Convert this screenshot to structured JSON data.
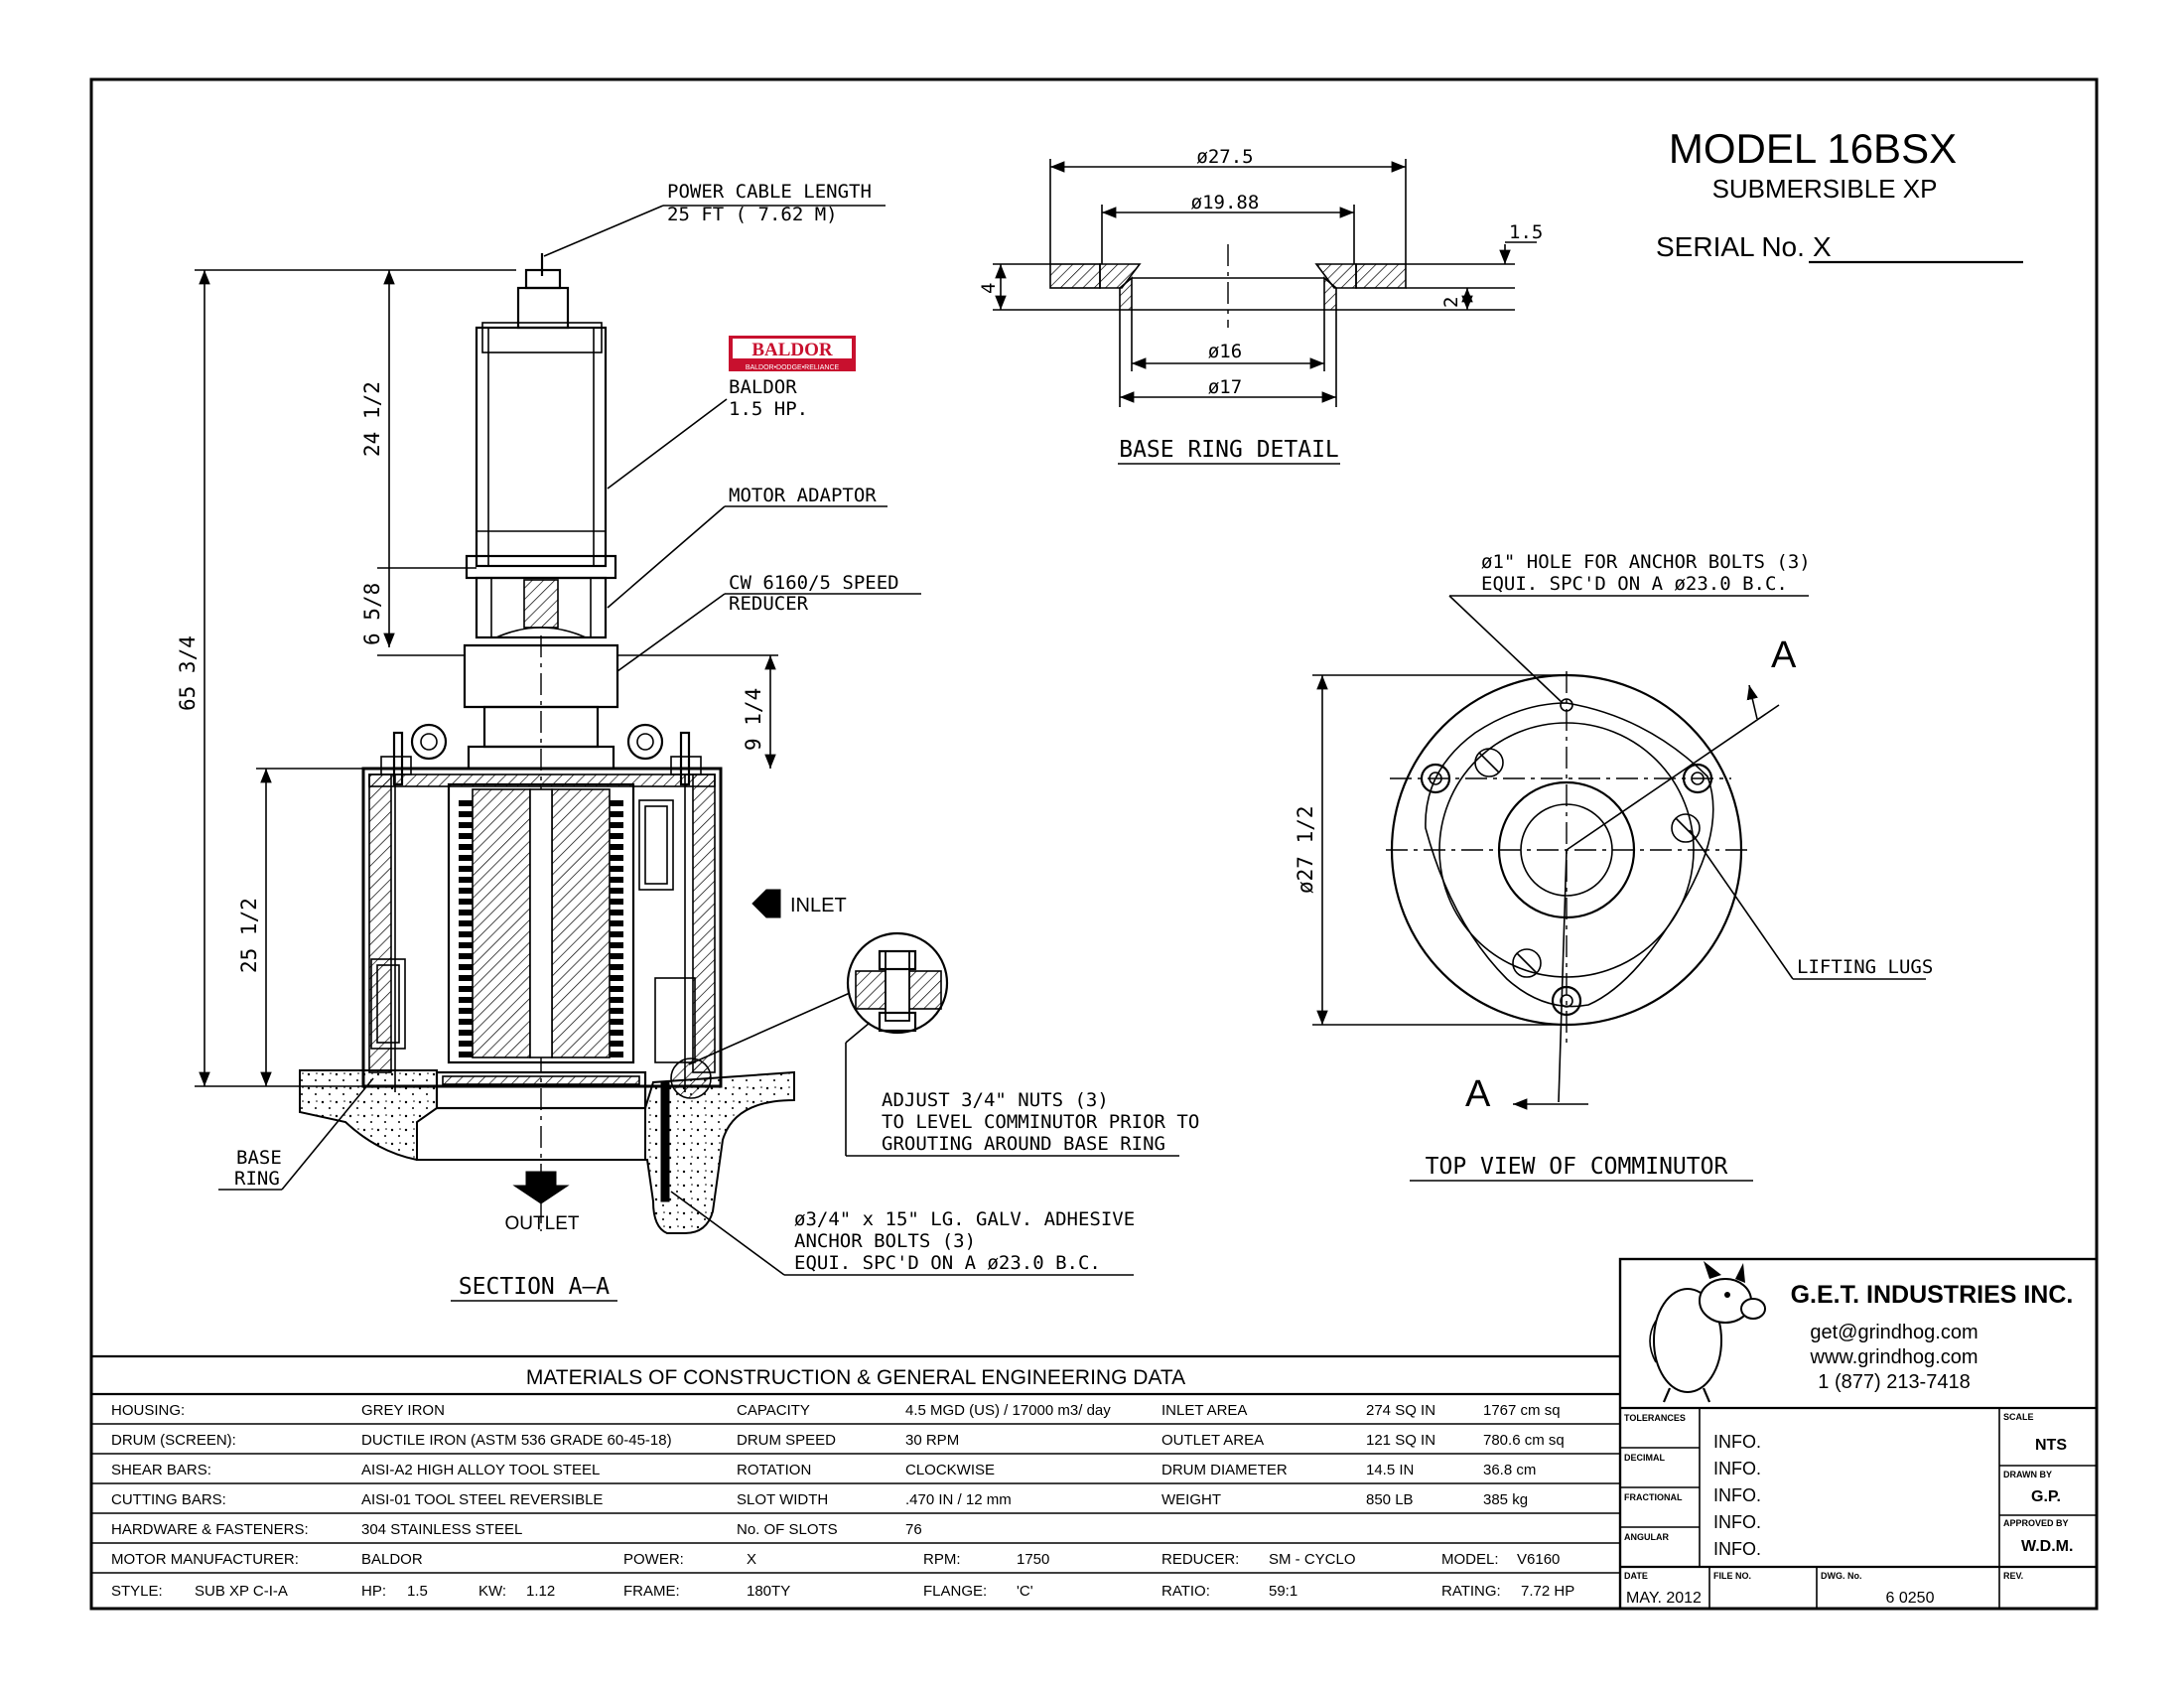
{
  "title": {
    "model": "MODEL 16BSX",
    "subtitle": "SUBMERSIBLE XP",
    "serial_label": "SERIAL No.",
    "serial_value": "X"
  },
  "section_view": {
    "caption": "SECTION A—A",
    "power_cable_1": "POWER CABLE LENGTH",
    "power_cable_2": "25 FT ( 7.62 M)",
    "baldor_logo": "BALDOR",
    "baldor_logo_sub": "BALDOR•DODGE•RELIANCE",
    "motor_1": "BALDOR",
    "motor_2": "1.5 HP.",
    "motor_adaptor": "MOTOR ADAPTOR",
    "reducer_1": "CW 6160/5 SPEED",
    "reducer_2": "REDUCER",
    "inlet": "INLET",
    "outlet": "OUTLET",
    "base_ring_1": "BASE",
    "base_ring_2": "RING",
    "adjust_1": "ADJUST 3/4\" NUTS (3)",
    "adjust_2": "TO LEVEL COMMINUTOR PRIOR TO",
    "adjust_3": "GROUTING AROUND BASE RING",
    "anchor_1": "ø3/4\" x 15\" LG. GALV. ADHESIVE",
    "anchor_2": "ANCHOR BOLTS (3)",
    "anchor_3": "EQUI. SPC'D ON A ø23.0 B.C.",
    "dim_overall": "65 3/4",
    "dim_motor": "24 1/2",
    "dim_adaptor": "6 5/8",
    "dim_reducer": "9 1/4",
    "dim_drum": "25 1/2"
  },
  "base_ring_detail": {
    "caption": "BASE RING DETAIL",
    "d_outer": "ø27.5",
    "d_bolt": "ø19.88",
    "d_inner": "ø16",
    "d_mid": "ø17",
    "h_total": "4",
    "h_top": "1.5",
    "h_flange": "2"
  },
  "top_view": {
    "caption": "TOP VIEW OF COMMINUTOR",
    "hole_1": "ø1\" HOLE FOR ANCHOR BOLTS (3)",
    "hole_2": "EQUI. SPC'D ON A ø23.0 B.C.",
    "lifting_lugs": "LIFTING LUGS",
    "section_mark": "A",
    "dia": "ø27 1/2"
  },
  "company": {
    "name": "G.E.T. INDUSTRIES INC.",
    "email": "get@grindhog.com",
    "web": "www.grindhog.com",
    "phone": "1 (877) 213-7418"
  },
  "title_block": {
    "tolerances_label": "TOLERANCES",
    "decimal_label": "DECIMAL",
    "fractional_label": "FRACTIONAL",
    "angular_label": "ANGULAR",
    "info_rows": [
      "INFO.",
      "INFO.",
      "INFO.",
      "INFO.",
      "INFO."
    ],
    "scale_label": "SCALE",
    "scale": "NTS",
    "drawn_by_label": "DRAWN BY",
    "drawn_by": "G.P.",
    "approved_by_label": "APPROVED BY",
    "approved_by": "W.D.M.",
    "date_label": "DATE",
    "date": "MAY. 2012",
    "file_no_label": "FILE NO.",
    "file_no": "",
    "dwg_no_label": "DWG. No.",
    "dwg_no": "6 0250",
    "rev_label": "REV.",
    "rev": ""
  },
  "materials": {
    "title": "MATERIALS OF CONSTRUCTION & GENERAL  ENGINEERING DATA",
    "rows": [
      [
        "HOUSING:",
        "GREY IRON",
        "CAPACITY",
        "4.5 MGD (US)  / 17000 m3/ day",
        "INLET  AREA",
        "274 SQ IN",
        "1767 cm sq"
      ],
      [
        "DRUM (SCREEN):",
        "DUCTILE IRON (ASTM 536 GRADE 60-45-18)",
        "DRUM  SPEED",
        "30 RPM",
        "OUTLET  AREA",
        "121 SQ IN",
        "780.6 cm sq"
      ],
      [
        "SHEAR BARS:",
        "AISI-A2 HIGH ALLOY TOOL STEEL",
        "ROTATION",
        "CLOCKWISE",
        "DRUM DIAMETER",
        "14.5 IN",
        "36.8 cm"
      ],
      [
        "CUTTING BARS:",
        "AISI-01 TOOL STEEL REVERSIBLE",
        "SLOT  WIDTH",
        ".470 IN /  12 mm",
        "WEIGHT",
        "850 LB",
        "385 kg"
      ],
      [
        "HARDWARE & FASTENERS:",
        "304 STAINLESS STEEL",
        "No. OF SLOTS",
        "76",
        "",
        "",
        ""
      ]
    ],
    "motor_row": {
      "manufacturer_label": "MOTOR MANUFACTURER:",
      "manufacturer": "BALDOR",
      "power_label": "POWER:",
      "power": "X",
      "rpm_label": "RPM:",
      "rpm": "1750",
      "reducer_label": "REDUCER:",
      "reducer": "SM - CYCLO",
      "model_label": "MODEL:",
      "model": "V6160"
    },
    "style_row": {
      "style_label": "STYLE:",
      "style": "SUB XP C-I-A",
      "hp_label": "HP:",
      "hp": "1.5",
      "kw_label": "KW:",
      "kw": "1.12",
      "frame_label": "FRAME:",
      "frame": "180TY",
      "flange_label": "FLANGE:",
      "flange": "'C'",
      "ratio_label": "RATIO:",
      "ratio": "59:1",
      "rating_label": "RATING:",
      "rating": "7.72 HP"
    }
  },
  "colors": {
    "logo_red": "#c8102e",
    "line": "#000000"
  }
}
